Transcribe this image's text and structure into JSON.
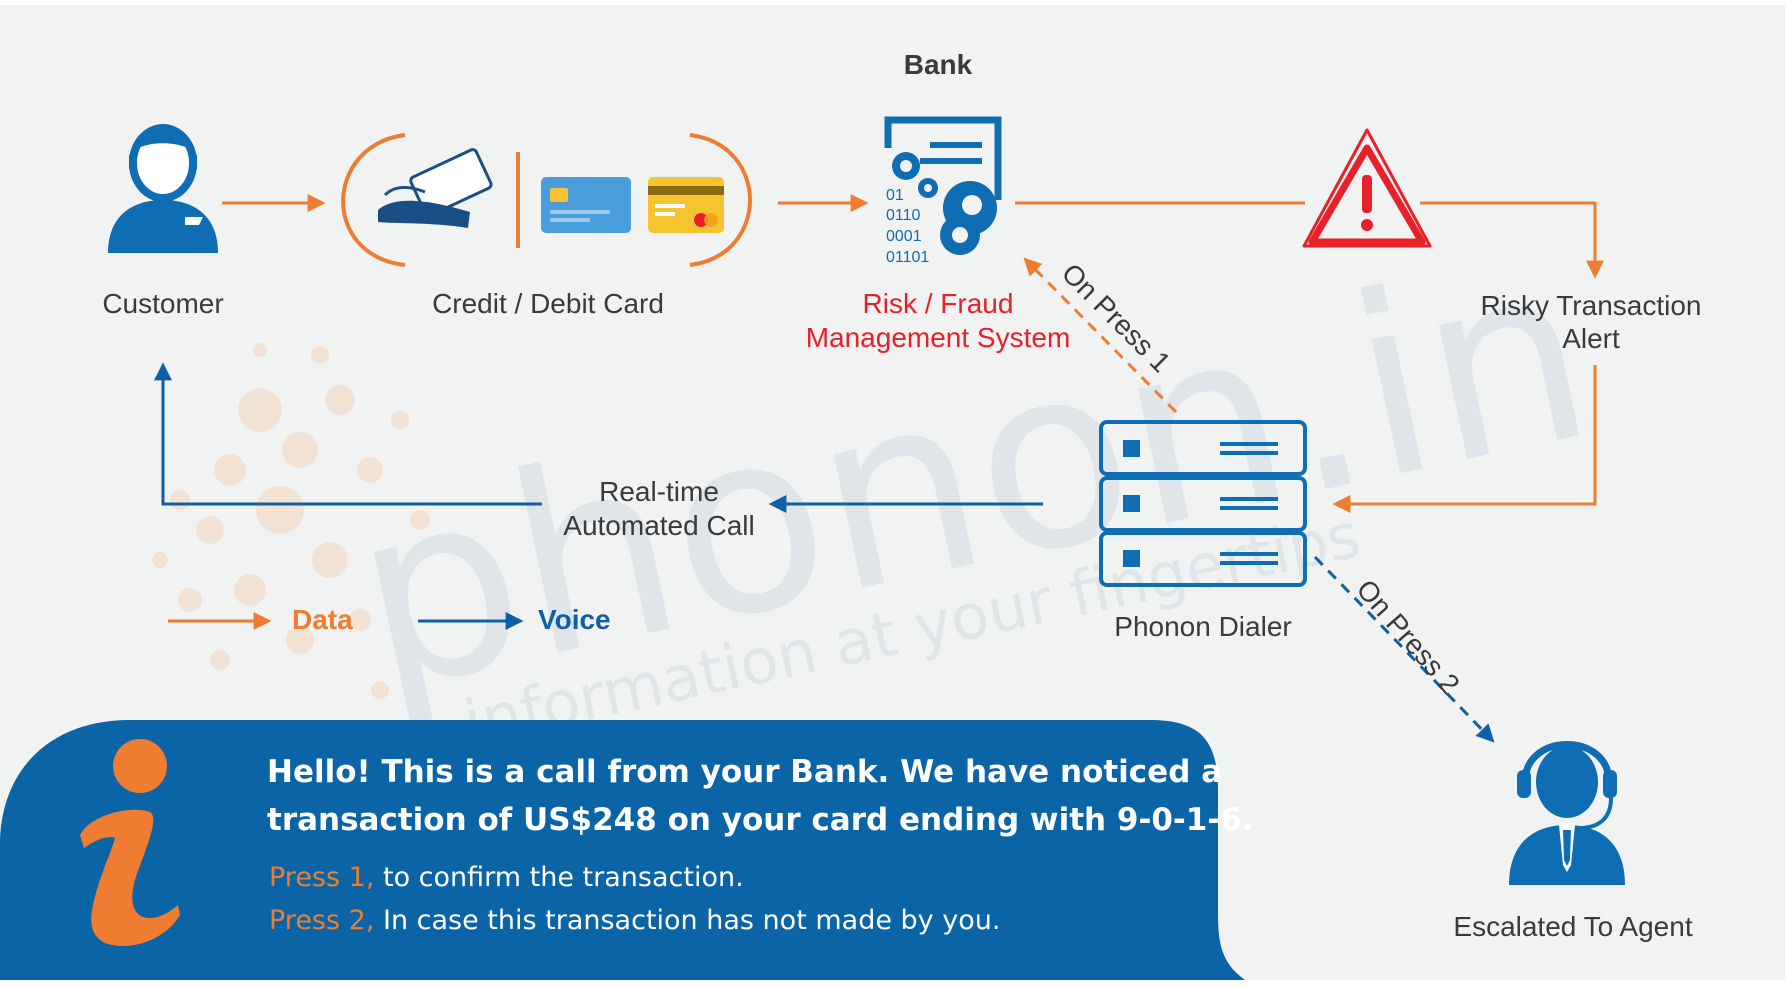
{
  "title": "Bank",
  "nodes": {
    "customer": "Customer",
    "card": "Credit / Debit Card",
    "risk_line1": "Risk / Fraud",
    "risk_line2": "Management System",
    "alert_line1": "Risky Transaction",
    "alert_line2": "Alert",
    "dialer": "Phonon Dialer",
    "agent": "Escalated To Agent",
    "call_line1": "Real-time",
    "call_line2": "Automated Call"
  },
  "edges": {
    "press1": "On Press 1",
    "press2": "On Press 2"
  },
  "legend": {
    "data": "Data",
    "voice": "Voice"
  },
  "gear_code": [
    "01",
    "0110",
    "0001",
    "01101"
  ],
  "watermark": {
    "brand": "phonon.in",
    "tagline": "information at your fingertips"
  },
  "message": {
    "line1": "Hello! This is a call from your Bank. We have noticed a",
    "line2": "transaction of US$248 on your card ending with 9-0-1-6.",
    "opt1_key": "Press 1,",
    "opt1_text": " to confirm the transaction.",
    "opt2_key": "Press 2,",
    "opt2_text": " In case this transaction has not made by you."
  },
  "colors": {
    "data_flow": "#ee7d31",
    "voice_flow": "#0f5fa6",
    "banner": "#0a64a6",
    "info_icon": "#ee7d31",
    "alert": "#e8202a",
    "background": "#f1f2f2"
  }
}
